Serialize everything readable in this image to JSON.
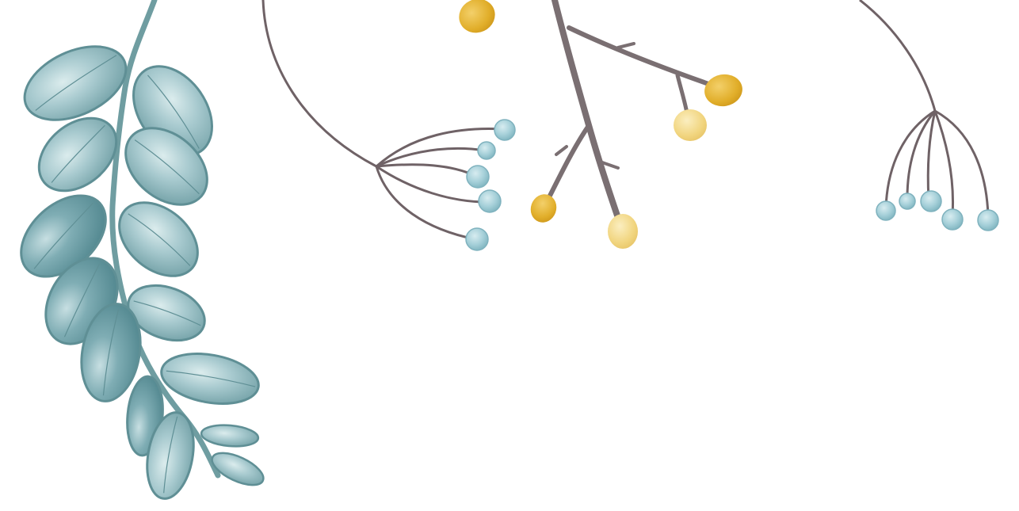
{
  "palette": {
    "background": "#ffffff",
    "leaf_fill": "#8fb8bf",
    "leaf_light": "#c9e0e3",
    "leaf_edge": "#5f8f95",
    "leaf_stem": "#6f9da1",
    "branch": "#6f6266",
    "twig": "#7a6f72",
    "berry_blue": "#9ccbd6",
    "berry_blue_edge": "#7fb2be",
    "berry_gold": "#e2b22e",
    "berry_pale_gold": "#f2d682"
  },
  "elements": {
    "eucalyptus_branch": "eucalyptus-branch-illustration",
    "umbel_left": "blue-berry-umbel-illustration",
    "gold_berry_twig": "golden-berry-twig-illustration",
    "umbel_right": "blue-berry-umbel-illustration"
  }
}
